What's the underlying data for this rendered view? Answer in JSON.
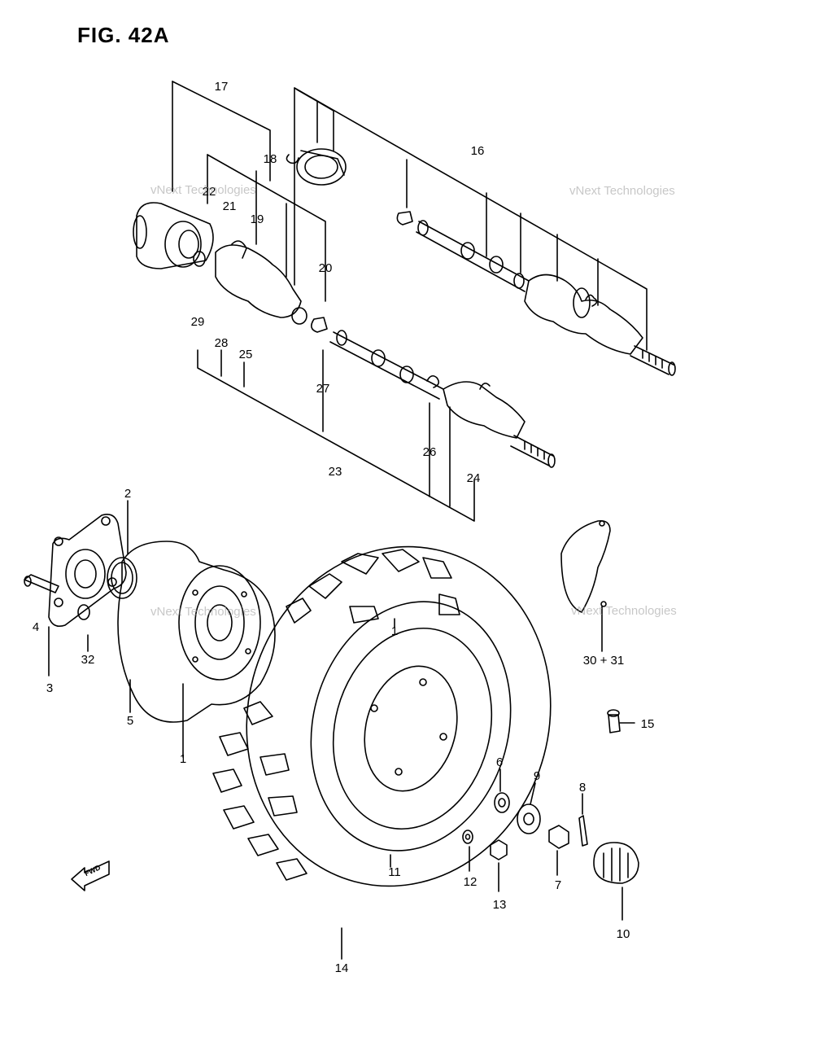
{
  "title": "FIG. 42A",
  "watermark": {
    "line1": "vNext Technologies",
    "line2": "vNext Technologies"
  },
  "fwd_label": "FWD",
  "callouts": [
    {
      "id": "c17",
      "text": "17"
    },
    {
      "id": "c16",
      "text": "16"
    },
    {
      "id": "c18",
      "text": "18"
    },
    {
      "id": "c22",
      "text": "22"
    },
    {
      "id": "c21",
      "text": "21"
    },
    {
      "id": "c19",
      "text": "19"
    },
    {
      "id": "c20",
      "text": "20"
    },
    {
      "id": "c29",
      "text": "29"
    },
    {
      "id": "c28",
      "text": "28"
    },
    {
      "id": "c25",
      "text": "25"
    },
    {
      "id": "c27",
      "text": "27"
    },
    {
      "id": "c26",
      "text": "26"
    },
    {
      "id": "c24",
      "text": "24"
    },
    {
      "id": "c23",
      "text": "23"
    },
    {
      "id": "c2",
      "text": "2"
    },
    {
      "id": "c4",
      "text": "4"
    },
    {
      "id": "c32",
      "text": "32"
    },
    {
      "id": "c3",
      "text": "3"
    },
    {
      "id": "c5",
      "text": "5"
    },
    {
      "id": "c1a",
      "text": "1"
    },
    {
      "id": "c1b",
      "text": "1"
    },
    {
      "id": "c3031",
      "text": "30 + 31"
    },
    {
      "id": "c15",
      "text": "15"
    },
    {
      "id": "c6",
      "text": "6"
    },
    {
      "id": "c9",
      "text": "9"
    },
    {
      "id": "c8",
      "text": "8"
    },
    {
      "id": "c11",
      "text": "11"
    },
    {
      "id": "c12",
      "text": "12"
    },
    {
      "id": "c13",
      "text": "13"
    },
    {
      "id": "c7",
      "text": "7"
    },
    {
      "id": "c10",
      "text": "10"
    },
    {
      "id": "c14",
      "text": "14"
    }
  ]
}
